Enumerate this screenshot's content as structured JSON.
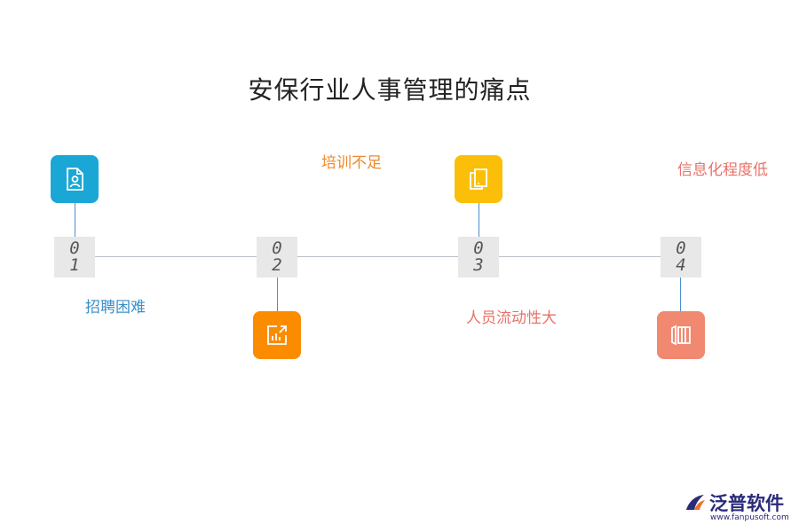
{
  "title": "安保行业人事管理的痛点",
  "items": [
    {
      "number_top": "0",
      "number_bottom": "1",
      "label": "招聘困难",
      "color": "#1aa7d6",
      "label_color": "#3a8fc8",
      "icon": "document-user-icon"
    },
    {
      "number_top": "0",
      "number_bottom": "2",
      "label": "培训不足",
      "color": "#fb8c00",
      "label_color": "#f08a2a",
      "icon": "bar-chart-icon"
    },
    {
      "number_top": "0",
      "number_bottom": "3",
      "label": "人员流动性大",
      "color": "#fbbf0a",
      "label_color": "#e8726a",
      "icon": "copy-pages-icon"
    },
    {
      "number_top": "0",
      "number_bottom": "4",
      "label": "信息化程度低",
      "color": "#f18870",
      "label_color": "#e8726a",
      "icon": "book-columns-icon"
    }
  ],
  "logo": {
    "name": "泛普软件",
    "url": "www.fanpusoft.com",
    "color": "#2a2a7a"
  }
}
